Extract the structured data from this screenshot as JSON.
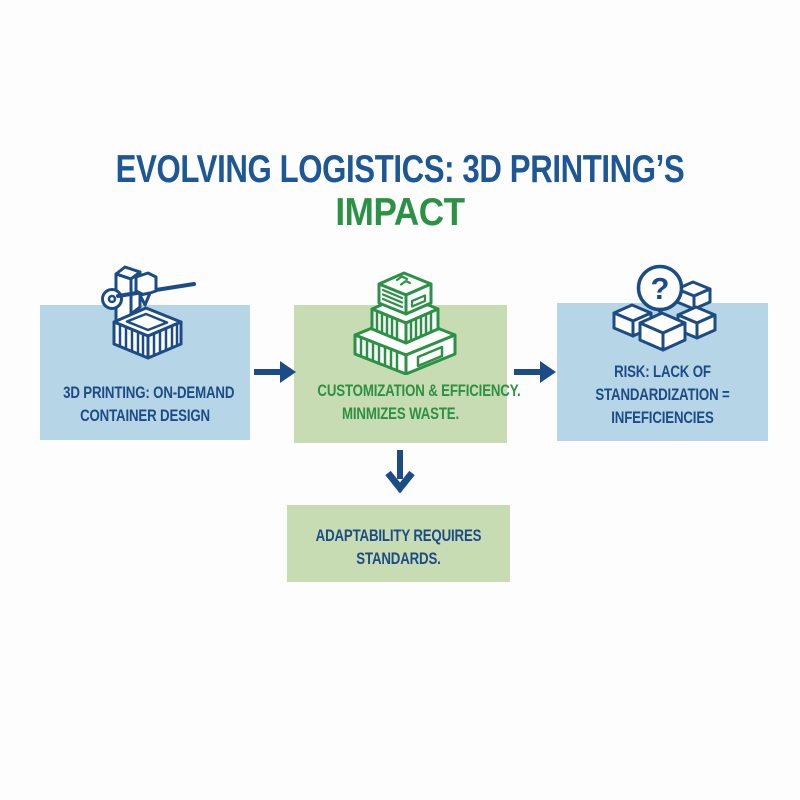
{
  "title": {
    "line1": "EVOLVING LOGISTICS: 3D PRINTING’S",
    "line2": "IMPACT"
  },
  "colors": {
    "title_blue": "#1d5795",
    "accent_green": "#2b9145",
    "dark_blue": "#1c4c85",
    "box_blue": "#b6d6e8",
    "box_green": "#c8dcb3",
    "background": "#fdfdfd"
  },
  "flow": {
    "printing": {
      "icon": "3d-printer-container-icon",
      "line1": "3D PRINTING: ON-DEMAND",
      "line2": "CONTAINER DESIGN"
    },
    "customization": {
      "icon": "stacked-containers-icon",
      "line1": "CUSTOMIZATION & EFFICIENCY.",
      "line2": "MINMIZES WASTE."
    },
    "risk": {
      "icon": "question-boxes-icon",
      "glyph": "?",
      "line1": "RISK: LACK OF",
      "line2": "STANDARDIZATION =",
      "line3": "INFEFICIENCIES"
    },
    "adaptability": {
      "line1": "ADAPTABILITY REQUIRES",
      "line2": "STANDARDS."
    }
  }
}
